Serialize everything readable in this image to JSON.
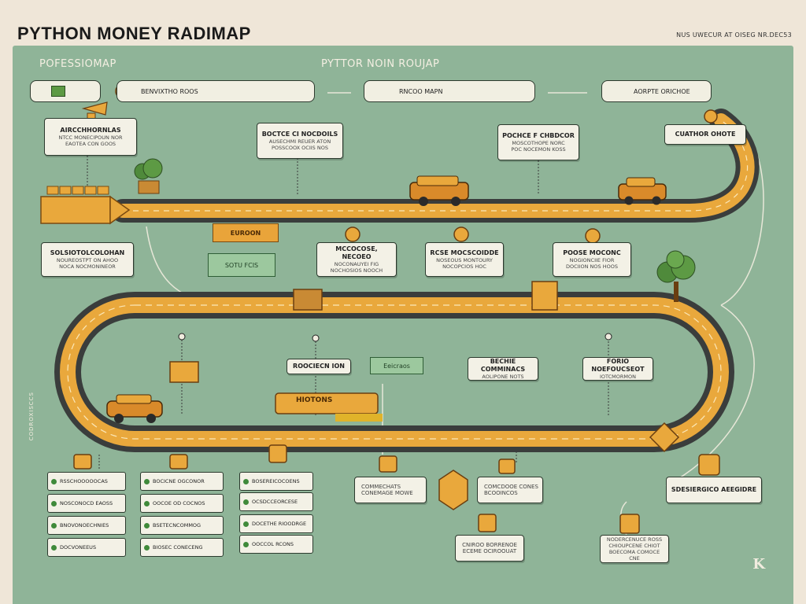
{
  "header": {
    "title": "PYTHON MONEY RADIMAP",
    "corner_note": "NUS UWECUR AT OISEG NR.DEC53"
  },
  "sections": {
    "left": "POFESSIOMAP",
    "center": "PYTTOR NOIN ROUJAP"
  },
  "top_pills": [
    {
      "text": "BENVIXTHO ROOS"
    },
    {
      "text": "RNCOO MAPN"
    },
    {
      "text": "AORPTE ORICHOE"
    }
  ],
  "top_labels": [
    {
      "title": "AIRCCHHORNLAS",
      "sub1": "NTCC MONECIPOUN NOR",
      "sub2": "EAOTEA CON GOOS"
    },
    {
      "title": "BOCTCE CI NOCDOILS",
      "sub1": "AUSECHMI REUER ATON",
      "sub2": "POSSCOOX OCIIS NOS"
    },
    {
      "title": "POCHCE F CHBDCOR",
      "sub1": "MOSCOTHOPE NORC",
      "sub2": "POC NOCEMON KOSS"
    },
    {
      "title": "CUATHOR OHOTE"
    }
  ],
  "mid_tags": {
    "orange": "EUROON",
    "green": "SOTU FCIS"
  },
  "mid_labels": [
    {
      "title": "SOLSIOTOLCOLOHAN",
      "sub1": "NOUREOSTPT ON AHOO",
      "sub2": "NOCA NOCMONINEOR"
    },
    {
      "title": "MCCOCOSE, NECOEO",
      "sub1": "NOCONAUYEI FIG",
      "sub2": "NOCHOSIOS NOOCH"
    },
    {
      "title": "RCSE MOCSCOIDDE",
      "sub1": "NOSEOUS MONTOURY",
      "sub2": "NOCOPCIOS HOC"
    },
    {
      "title": "POOSE MOCONC",
      "sub1": "NOGIONCIIE FIOR",
      "sub2": "DOCIION NOS HOOS"
    }
  ],
  "loop_labels": [
    {
      "title": "ROOCIECN ION"
    },
    {
      "title": "Eeicraos",
      "type": "green"
    },
    {
      "title": "BECHIE COMMINACS",
      "sub1": "AOLIPONE NOTS"
    },
    {
      "title": "FORIO NOEFOUCSEOT",
      "sub1": "IOTCMORMON"
    }
  ],
  "bus_label": "HIOTONS",
  "bottom_lists": [
    [
      "RSSCHOOOOOCAS",
      "NOSCONOCD EAOSS",
      "BNOVONOECHNIES",
      "DOCVONEEUS"
    ],
    [
      "BOCICNE OGCONOR",
      "OOCOE OD COCNOS",
      "BSETECNCOMMOG",
      "BIOSEC CONECENG"
    ],
    [
      "BOSEREICOCOENS",
      "OCSDCCEORCESE",
      "DOCETHE RIOODRGE",
      "OOCCOL RCONS"
    ]
  ],
  "bottom_cards": [
    {
      "line1": "COMMECHATS",
      "line2": "CONEMAGE MOWE"
    },
    {
      "line1": "COMCDOOE CONES",
      "line2": "BCOOINCOS"
    },
    {
      "line1": "CNIROO BORRENOE",
      "line2": "ECEME OCIROOUAT"
    },
    {
      "title": "SDESIERGICO AEEGIDRE"
    },
    {
      "line1": "NODERCENUCE ROSS",
      "line2": "CHIOUPCENE CHIOT",
      "line3": "BOECOMA COMOCE CNE"
    }
  ],
  "side_text": "CODROXISCCS",
  "corner_mark": "K",
  "colors": {
    "board": "#8fb498",
    "road": "#e9a83c",
    "asphalt": "#3a3d3c",
    "card": "#f3f1e6",
    "car": "#d98a2a"
  }
}
